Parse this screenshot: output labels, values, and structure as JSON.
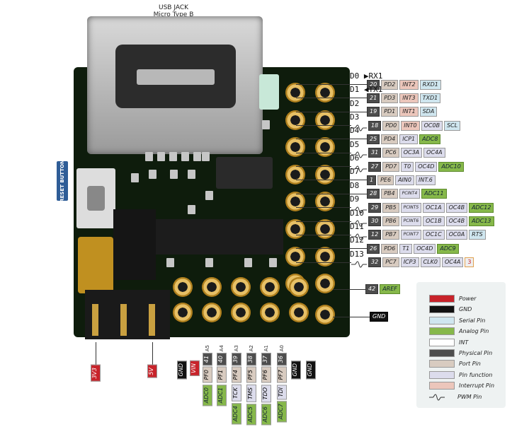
{
  "usb_label": {
    "line1": "USB JACK",
    "line2": "Micro Type B"
  },
  "reset_label": "RESET BUTTON",
  "right_pins": [
    {
      "d": "D0",
      "arrow": "▶",
      "name": "RX1",
      "pin": "20",
      "port": "PD2",
      "int": "INT2",
      "extra": "RXD1",
      "extra_type": "ser"
    },
    {
      "d": "D1",
      "arrow": "◀",
      "name": "TX1",
      "pin": "21",
      "port": "PD3",
      "int": "INT3",
      "extra": "TXD1",
      "extra_type": "ser"
    },
    {
      "d": "D2",
      "pin": "19",
      "port": "PD1",
      "int": "INT1",
      "extra": "SDA",
      "extra_type": "ser"
    },
    {
      "d": "D3",
      "pwm": true,
      "pin": "18",
      "port": "PD0",
      "int": "INT0",
      "fn": "OC0B",
      "extra": "SCL",
      "extra_type": "ser"
    },
    {
      "d": "D4",
      "pin": "25",
      "port": "PD4",
      "fn": "ICP1",
      "extra": "ADC8",
      "extra_type": "ana"
    },
    {
      "d": "D5",
      "pwm": true,
      "pin": "31",
      "port": "PC6",
      "fn": "OC3A",
      "fn2": "OC4A"
    },
    {
      "d": "D6",
      "pwm": true,
      "pin": "27",
      "port": "PD7",
      "fn": "T0",
      "fn2": "OC4D",
      "extra": "ADC10",
      "extra_type": "ana"
    },
    {
      "d": "D7",
      "pin": "1",
      "port": "PE6",
      "fn": "AIN0",
      "fn2": "INT.6"
    },
    {
      "d": "D8",
      "pin": "28",
      "port": "PB4",
      "pcint": "PCINT4",
      "extra": "ADC11",
      "extra_type": "ana"
    },
    {
      "d": "D9",
      "pwm": true,
      "pin": "29",
      "port": "PB5",
      "pcint": "PCINT5",
      "fn": "OC1A",
      "fn2": "OC4B",
      "extra": "ADC12",
      "extra_type": "ana"
    },
    {
      "d": "D10",
      "pwm": true,
      "pin": "30",
      "port": "PB6",
      "pcint": "PCINT6",
      "fn": "OC1B",
      "fn2": "OC4B",
      "extra": "ADC13",
      "extra_type": "ana"
    },
    {
      "d": "D11",
      "pwm": true,
      "pin": "12",
      "port": "PB7",
      "pcint": "PCINT7",
      "fn": "OC1C",
      "fn2": "OC0A",
      "extra": "RTS",
      "extra_type": "ser"
    },
    {
      "d": "D12",
      "pin": "26",
      "port": "PD6",
      "fn": "T1",
      "fn2": "OC4D",
      "extra": "ADC9",
      "extra_type": "ana"
    },
    {
      "d": "D13",
      "pwm": true,
      "pin": "32",
      "port": "PC7",
      "fn": "ICP3",
      "fn2": "CLK0",
      "fn3": "OC4A",
      "extra": "3",
      "extra_type": "box"
    }
  ],
  "aref": {
    "pin": "42",
    "name": "AREF"
  },
  "gnd_right": "GND",
  "bottom_left": [
    {
      "label": "3V3"
    },
    {
      "label": "5V"
    }
  ],
  "bottom_pins": [
    {
      "label": "GND",
      "type": "gnd"
    },
    {
      "label": "VIN",
      "type": "pwr"
    },
    {
      "a": "A5",
      "pin": "41",
      "port": "PF0",
      "adc": "ADC0"
    },
    {
      "a": "A4",
      "pin": "40",
      "port": "PF1",
      "adc": "ADC1"
    },
    {
      "a": "A3",
      "pin": "39",
      "port": "PF4",
      "fn": "TCK",
      "adc": "ADC4"
    },
    {
      "a": "A2",
      "pin": "38",
      "port": "PF5",
      "fn": "TMS",
      "adc": "ADC5"
    },
    {
      "a": "A1",
      "pin": "37",
      "port": "PF6",
      "fn": "TDO",
      "adc": "ADC6"
    },
    {
      "a": "A0",
      "pin": "36",
      "port": "PF7",
      "fn": "TDI",
      "adc": "ADC7"
    },
    {
      "label": "GND",
      "type": "gnd"
    },
    {
      "label": "GND",
      "type": "gnd"
    }
  ],
  "legend": [
    {
      "label": "Power",
      "color": "#c8232a"
    },
    {
      "label": "GND",
      "color": "#111111"
    },
    {
      "label": "Serial Pin",
      "color": "#cfe6ef"
    },
    {
      "label": "Analog Pin",
      "color": "#86b84a"
    },
    {
      "label": "INT",
      "color": "#ffffff"
    },
    {
      "label": "Physical Pin",
      "color": "#4d4d4d"
    },
    {
      "label": "Port Pin",
      "color": "#d8cbc0"
    },
    {
      "label": "Pin function",
      "color": "#dcdcec"
    },
    {
      "label": "Interrupt Pin",
      "color": "#ecc6bb"
    },
    {
      "label": "PWM Pin",
      "color": "wave"
    }
  ]
}
